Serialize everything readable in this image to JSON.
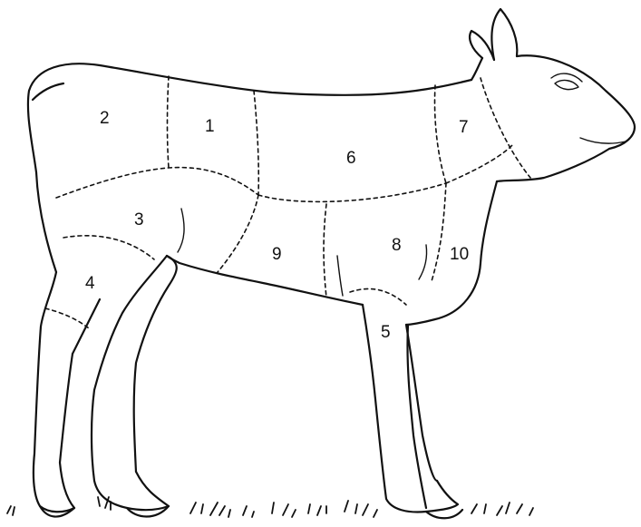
{
  "diagram": {
    "regions": [
      {
        "id": "r1",
        "label": "1"
      },
      {
        "id": "r2",
        "label": "2"
      },
      {
        "id": "r3",
        "label": "3"
      },
      {
        "id": "r4",
        "label": "4"
      },
      {
        "id": "r5",
        "label": "5"
      },
      {
        "id": "r6",
        "label": "6"
      },
      {
        "id": "r7",
        "label": "7"
      },
      {
        "id": "r8",
        "label": "8"
      },
      {
        "id": "r9",
        "label": "9"
      },
      {
        "id": "r10",
        "label": "10"
      }
    ]
  }
}
